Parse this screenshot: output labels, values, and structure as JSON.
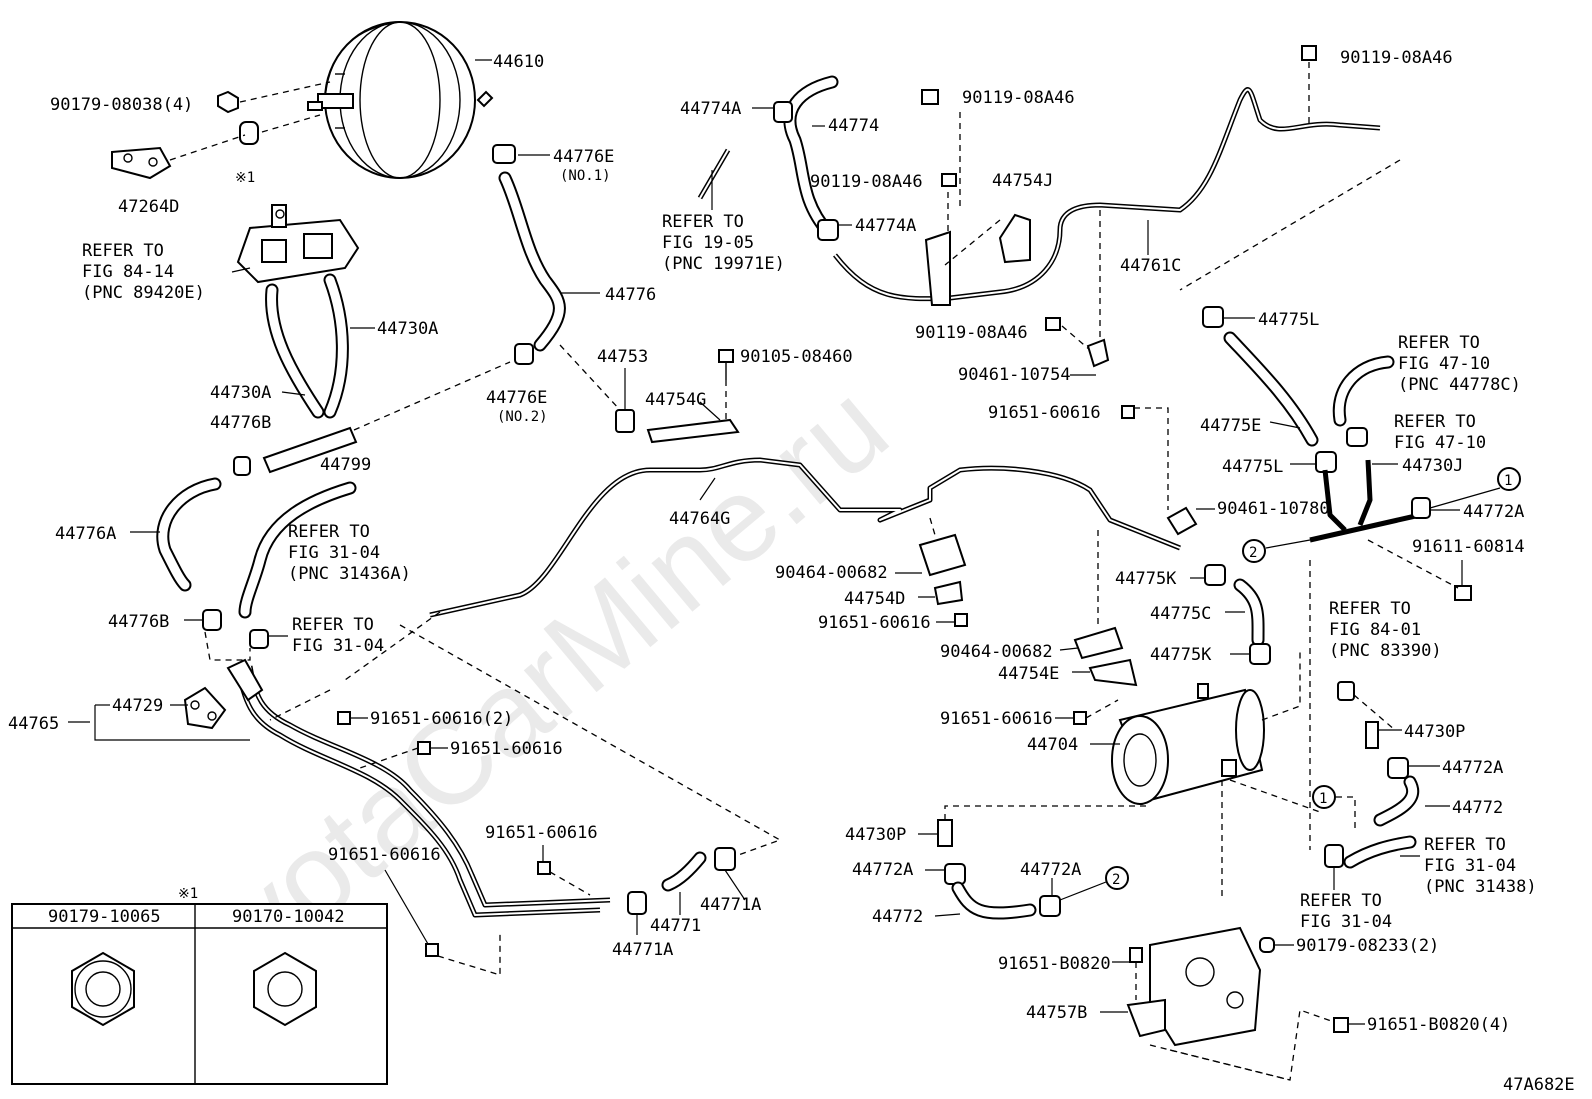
{
  "diagram_id": "47A682E",
  "watermark": "ToyotaCarMine.ru",
  "callouts": {
    "p44610": "44610",
    "p90179_08038": "90179-08038(4)",
    "mark1": "※1",
    "p47264D": "47264D",
    "ref84_14_a": "REFER TO",
    "ref84_14_b": "FIG 84-14",
    "ref84_14_c": "(PNC 89420E)",
    "p44776E_1": "44776E",
    "no1": "(NO.1)",
    "p44776": "44776",
    "p44730A_r": "44730A",
    "p44730A_l": "44730A",
    "p44776B_top": "44776B",
    "p44799": "44799",
    "p44776E_2": "44776E",
    "no2": "(NO.2)",
    "p44753": "44753",
    "p44754G": "44754G",
    "p90105_08460": "90105-08460",
    "p44774A_top": "44774A",
    "p44774": "44774",
    "ref19_05_a": "REFER TO",
    "ref19_05_b": "FIG 19-05",
    "ref19_05_c": "(PNC 19971E)",
    "p90119_mid": "90119-08A46",
    "p44774A_mid": "44774A",
    "p90119_top": "90119-08A46",
    "p44754J": "44754J",
    "p90119_low": "90119-08A46",
    "p90461_10754": "90461-10754",
    "p90119_right": "90119-08A46",
    "p44761C": "44761C",
    "p44775L_top": "44775L",
    "ref47_10a_a": "REFER TO",
    "ref47_10a_b": "FIG 47-10",
    "ref47_10a_c": "(PNC 44778C)",
    "ref47_10b_a": "REFER TO",
    "ref47_10b_b": "FIG 47-10",
    "p44775E": "44775E",
    "p44775L_low": "44775L",
    "p44730J": "44730J",
    "p44772A_right": "44772A",
    "p91611_60814": "91611-60814",
    "p91651_60616_a": "91651-60616",
    "p90461_10780": "90461-10780",
    "p44764G": "44764G",
    "p44776A": "44776A",
    "ref31_04a_a": "REFER TO",
    "ref31_04a_b": "FIG 31-04",
    "ref31_04a_c": "(PNC 31436A)",
    "p44776B_low": "44776B",
    "ref31_04b_a": "REFER TO",
    "ref31_04b_b": "FIG 31-04",
    "p90464_00682_a": "90464-00682",
    "p44754D": "44754D",
    "p91651_60616_b": "91651-60616",
    "p44775K_top": "44775K",
    "p44775C": "44775C",
    "p44775K_low": "44775K",
    "p90464_00682_b": "90464-00682",
    "p44754E": "44754E",
    "p91651_60616_c": "91651-60616",
    "p44704": "44704",
    "ref84_01_a": "REFER TO",
    "ref84_01_b": "FIG 84-01",
    "ref84_01_c": "(PNC 83390)",
    "p44730P_right": "44730P",
    "p44772A_r2": "44772A",
    "p44772_right": "44772",
    "p44765": "44765",
    "p44729": "44729",
    "p91651_60616_2": "91651-60616(2)",
    "p91651_60616_d": "91651-60616",
    "p91651_60616_e": "91651-60616",
    "p91651_60616_f": "91651-60616",
    "p44771A_right": "44771A",
    "p44771": "44771",
    "p44771A_low": "44771A",
    "p44730P_low": "44730P",
    "p44772A_low": "44772A",
    "p44772A_low2": "44772A",
    "p44772_low": "44772",
    "ref31_04c_a": "REFER TO",
    "ref31_04c_b": "FIG 31-04",
    "ref31438_a": "REFER TO",
    "ref31438_b": "FIG 31-04",
    "ref31438_c": "(PNC 31438)",
    "p91651_B0820": "91651-B0820",
    "p90179_08233": "90179-08233(2)",
    "p44757B": "44757B",
    "p91651_B0820_4": "91651-B0820(4)",
    "circ1": "1",
    "circ2": "2"
  },
  "inset": {
    "mark": "※1",
    "col1": "90179-10065",
    "col2": "90170-10042"
  }
}
